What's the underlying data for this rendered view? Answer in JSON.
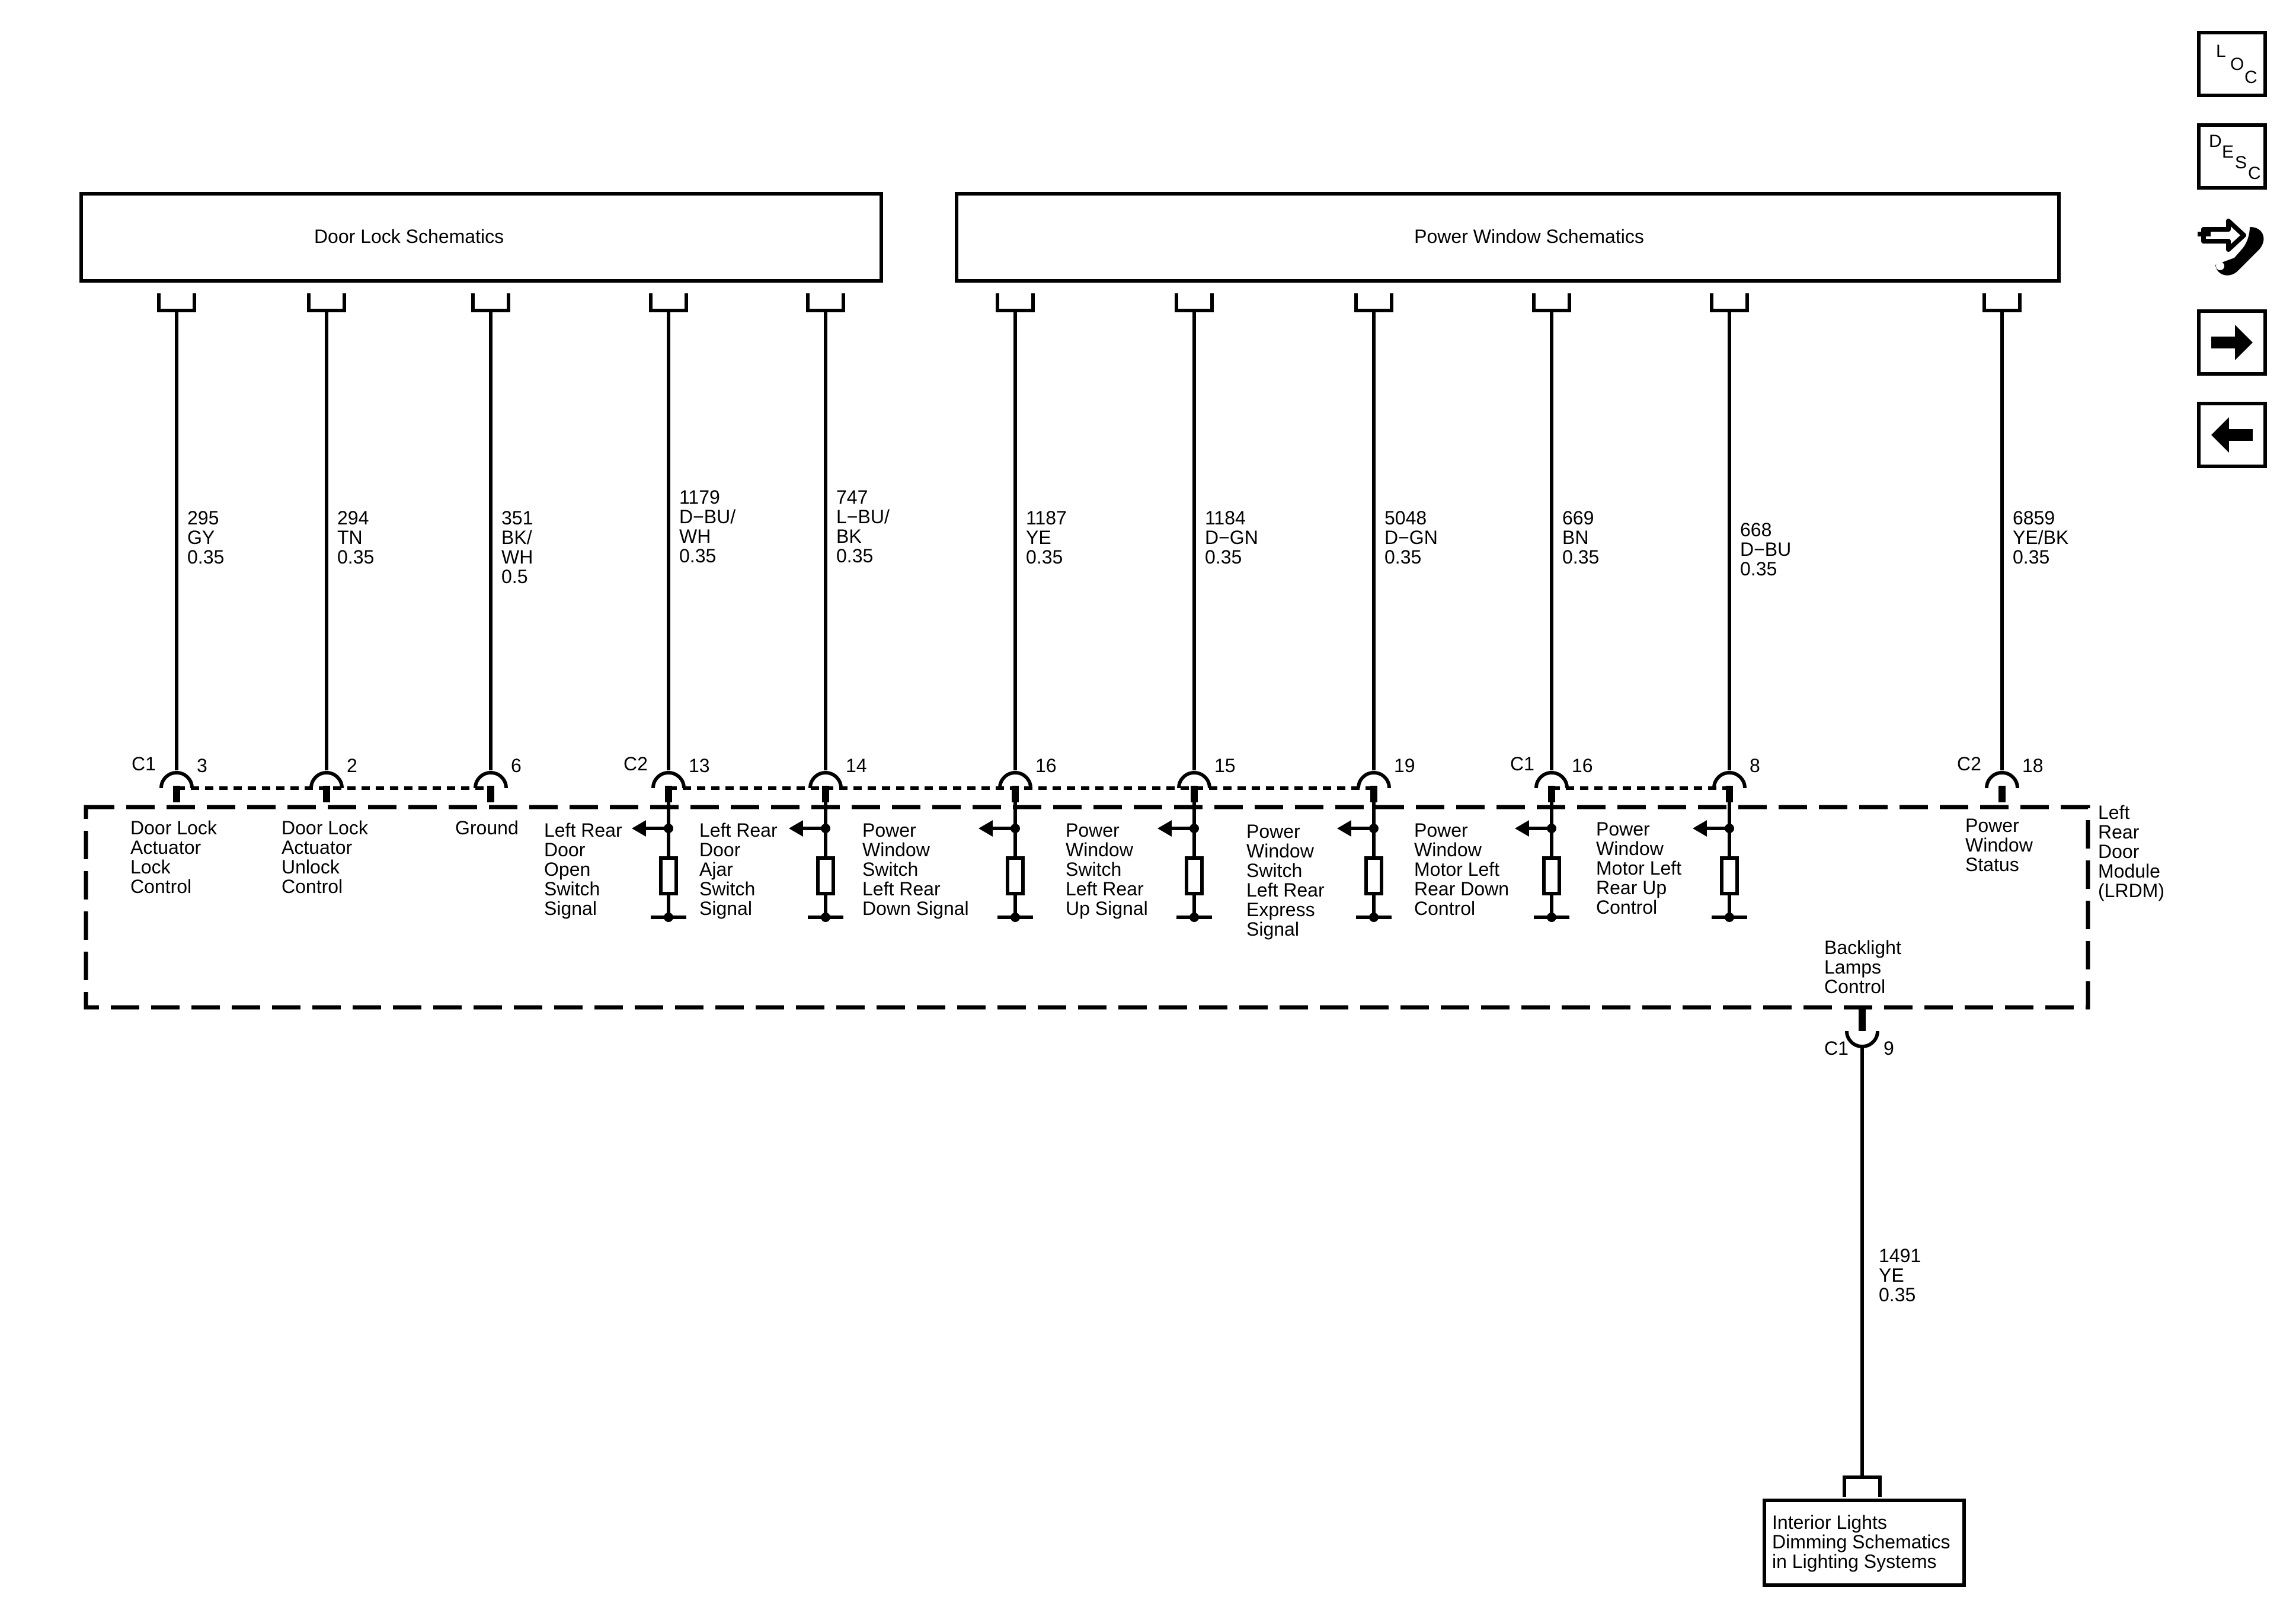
{
  "header_boxes": {
    "door_lock": "Door Lock Schematics",
    "power_window": "Power Window Schematics"
  },
  "module": {
    "name_lines": [
      "Left",
      "Rear",
      "Door",
      "Module",
      "(LRDM)"
    ]
  },
  "wires": [
    {
      "id": "295",
      "lines": [
        "295",
        "GY",
        "0.35"
      ],
      "connector": "C1",
      "pin": "3",
      "function": [
        "Door Lock",
        "Actuator",
        "Lock",
        "Control"
      ]
    },
    {
      "id": "294",
      "lines": [
        "294",
        "TN",
        "0.35"
      ],
      "connector": "",
      "pin": "2",
      "function": [
        "Door Lock",
        "Actuator",
        "Unlock",
        "Control"
      ]
    },
    {
      "id": "351",
      "lines": [
        "351",
        "BK/",
        "WH",
        "0.5"
      ],
      "connector": "",
      "pin": "6",
      "function": [
        "Ground"
      ]
    },
    {
      "id": "1179",
      "lines": [
        "1179",
        "D−BU/",
        "WH",
        "0.35"
      ],
      "connector": "C2",
      "pin": "13",
      "function": [
        "Left Rear",
        "Door",
        "Open",
        "Switch",
        "Signal"
      ]
    },
    {
      "id": "747",
      "lines": [
        "747",
        "L−BU/",
        "BK",
        "0.35"
      ],
      "connector": "",
      "pin": "14",
      "function": [
        "Left Rear",
        "Door",
        "Ajar",
        "Switch",
        "Signal"
      ]
    },
    {
      "id": "1187",
      "lines": [
        "1187",
        "YE",
        "0.35"
      ],
      "connector": "",
      "pin": "16",
      "function": [
        "Power",
        "Window",
        "Switch",
        "Left Rear",
        "Down Signal"
      ]
    },
    {
      "id": "1184",
      "lines": [
        "1184",
        "D−GN",
        "0.35"
      ],
      "connector": "",
      "pin": "15",
      "function": [
        "Power",
        "Window",
        "Switch",
        "Left Rear",
        "Up Signal"
      ]
    },
    {
      "id": "5048",
      "lines": [
        "5048",
        "D−GN",
        "0.35"
      ],
      "connector": "",
      "pin": "19",
      "function": [
        "Power",
        "Window",
        "Switch",
        "Left Rear",
        "Express",
        "Signal"
      ]
    },
    {
      "id": "669",
      "lines": [
        "669",
        "BN",
        "0.35"
      ],
      "connector": "C1",
      "pin": "16",
      "function": [
        "Power",
        "Window",
        "Motor Left",
        "Rear Down",
        "Control"
      ]
    },
    {
      "id": "668",
      "lines": [
        "668",
        "D−BU",
        "0.35"
      ],
      "connector": "",
      "pin": "8",
      "function": [
        "Power",
        "Window",
        "Motor Left",
        "Rear Up",
        "Control"
      ]
    },
    {
      "id": "6859",
      "lines": [
        "6859",
        "YE/BK",
        "0.35"
      ],
      "connector": "C2",
      "pin": "18",
      "function": [
        "Power",
        "Window",
        "Status"
      ]
    }
  ],
  "backlight": {
    "function": [
      "Backlight",
      "Lamps",
      "Control"
    ],
    "connector": "C1",
    "pin": "9",
    "wire_lines": [
      "1491",
      "YE",
      "0.35"
    ],
    "target": [
      "Interior Lights",
      "Dimming Schematics",
      "in Lighting Systems"
    ]
  },
  "nav_buttons": {
    "loc": [
      "L",
      "O",
      "C"
    ],
    "desc": [
      "D",
      "E",
      "S",
      "C"
    ]
  },
  "icons": [
    "loc-icon",
    "desc-icon",
    "connector-repair-icon",
    "next-arrow-icon",
    "previous-arrow-icon"
  ]
}
